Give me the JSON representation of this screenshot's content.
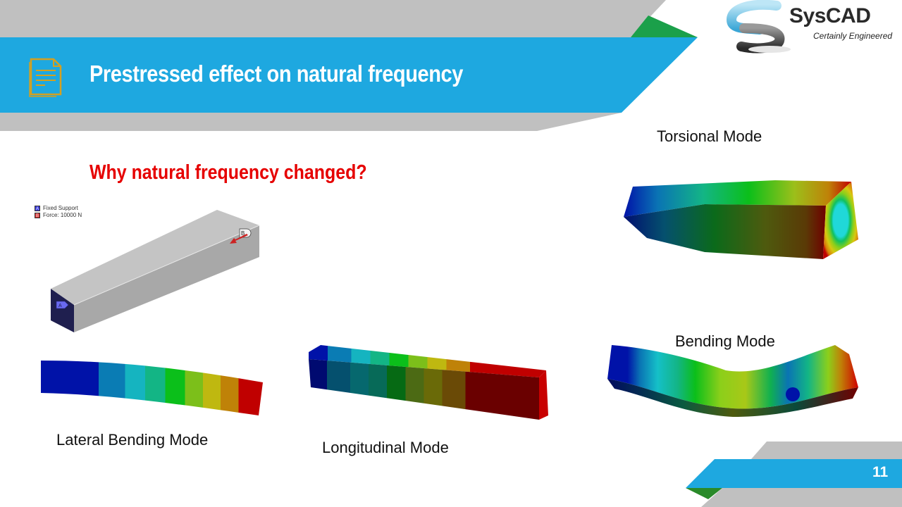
{
  "slide": {
    "title": "Prestressed effect on natural frequency",
    "subtitle": "Why natural frequency changed?",
    "page_number": "11",
    "title_icon": "document-icon"
  },
  "logo": {
    "name": "SysCAD",
    "tagline": "Certainly Engineered"
  },
  "setup_figure": {
    "legend": [
      {
        "key": "A",
        "label": "Fixed Support",
        "color": "#3a3adc"
      },
      {
        "key": "B",
        "label": "Force: 10000 N",
        "color": "#d42a2a"
      }
    ],
    "beam_color": "#b8b8b8",
    "support_face_color": "#1f1f4f",
    "force_color": "#cc2222"
  },
  "modes": [
    {
      "label": "Torsional Mode"
    },
    {
      "label": "Bending Mode"
    },
    {
      "label": "Lateral Bending Mode"
    },
    {
      "label": "Longitudinal Mode"
    }
  ],
  "colors": {
    "banner_blue": "#1ea8e0",
    "banner_gray": "#c0c0c0",
    "accent_green": "#1ba04a",
    "icon_gold": "#d4a020",
    "subtitle_red": "#e60000"
  },
  "contour_palette": [
    "#0012a8",
    "#0a74b4",
    "#15b4c0",
    "#13b585",
    "#0bbf1a",
    "#7cbf1a",
    "#bfb810",
    "#bf8208",
    "#c00000"
  ]
}
